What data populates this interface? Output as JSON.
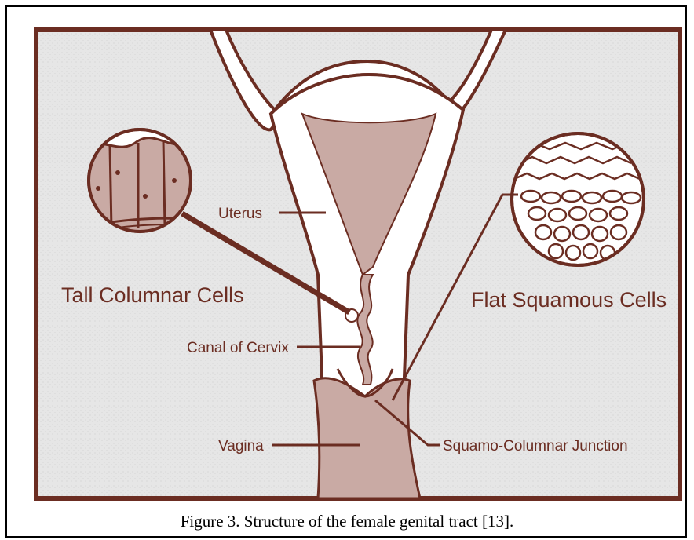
{
  "figure": {
    "caption": "Figure 3.  Structure of the female genital tract [13].",
    "colors": {
      "outline": "#6b2d22",
      "panel_background": "#e6e6e6",
      "tissue_fill": "#c9aaa4",
      "white_tissue": "#ffffff"
    },
    "labels": {
      "uterus": "Uterus",
      "canal_of_cervix": "Canal of Cervix",
      "vagina": "Vagina",
      "squamo_columnar_junction": "Squamo-Columnar Junction",
      "tall_columnar_cells": "Tall Columnar Cells",
      "flat_squamous_cells": "Flat Squamous Cells"
    }
  }
}
